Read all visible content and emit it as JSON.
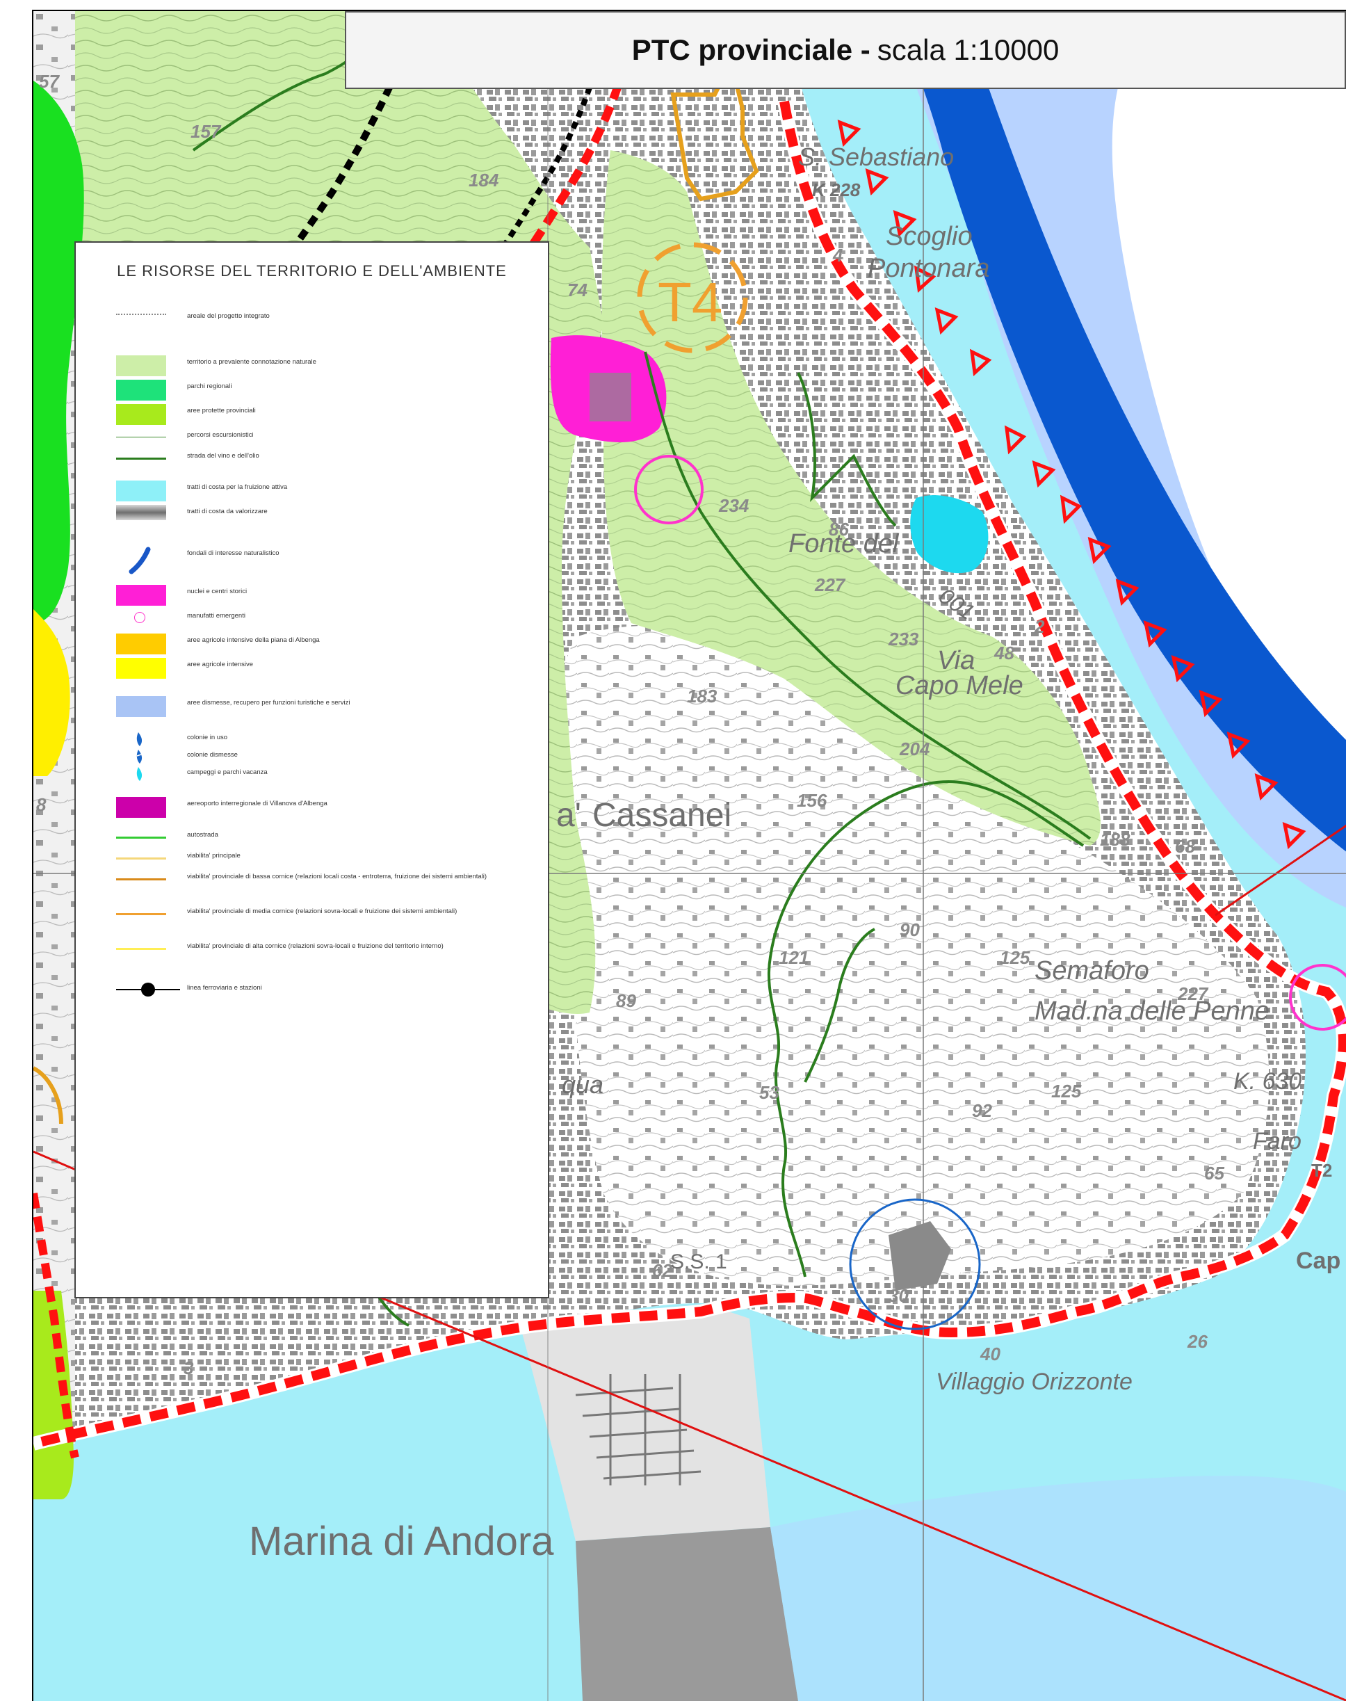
{
  "title": {
    "bold": "PTC provinciale -",
    "regular": "scala 1:10000"
  },
  "legend": {
    "title": "LE RISORSE DEL TERRITORIO E DELL'AMBIENTE",
    "items": [
      {
        "label": "areale del progetto integrato",
        "symbol": "dotted-line",
        "color": "#888888"
      },
      {
        "label": "territorio a prevalente connotazione naturale",
        "symbol": "fill",
        "color": "#cdeea8"
      },
      {
        "label": "parchi regionali",
        "symbol": "fill",
        "color": "#1ee27a"
      },
      {
        "label": "aree protette provinciali",
        "symbol": "fill",
        "color": "#a8ea1c"
      },
      {
        "label": "percorsi escursionistici",
        "symbol": "thin-line",
        "color": "#3c8a2a"
      },
      {
        "label": "strada del vino e dell'olio",
        "symbol": "line",
        "color": "#2b7d1e"
      },
      {
        "label": "tratti di costa per la fruizione attiva",
        "symbol": "fill",
        "color": "#8ef0f8"
      },
      {
        "label": "tratti di costa da valorizzare",
        "symbol": "gradient",
        "color": "#8a8a8a"
      },
      {
        "label": "fondali di interesse naturalistico",
        "symbol": "slash",
        "color": "#1957c7"
      },
      {
        "label": "nuclei e centri storici",
        "symbol": "fill",
        "color": "#ff1fd6"
      },
      {
        "label": "manufatti emergenti",
        "symbol": "circle",
        "color": "#ff33cc"
      },
      {
        "label": "aree agricole intensive della piana di Albenga",
        "symbol": "fill",
        "color": "#ffcc00"
      },
      {
        "label": "aree agricole intensive",
        "symbol": "fill",
        "color": "#ffff00"
      },
      {
        "label": "aree dismesse, recupero per funzioni turistiche e servizi",
        "symbol": "fill",
        "color": "#a9c4f5"
      },
      {
        "label": "colonie in uso",
        "symbol": "drop",
        "color": "#1966c8"
      },
      {
        "label": "colonie dismesse",
        "symbol": "drop2",
        "color": "#1966c8"
      },
      {
        "label": "campeggi e parchi vacanza",
        "symbol": "drop",
        "color": "#1dd9ef"
      },
      {
        "label": "aereoporto interregionale di Villanova d'Albenga",
        "symbol": "fill",
        "color": "#cc00aa"
      },
      {
        "label": "autostrada",
        "symbol": "line",
        "color": "#33cc33"
      },
      {
        "label": "viabilita' principale",
        "symbol": "line",
        "color": "#f5d77a"
      },
      {
        "label": "viabilita' provinciale di bassa cornice (relazioni locali costa - entroterra, fruizione dei sistemi ambientali)",
        "symbol": "line",
        "color": "#d98a1a"
      },
      {
        "label": "viabilita' provinciale di media cornice (relazioni sovra-locali e fruizione dei sistemi ambientali)",
        "symbol": "line",
        "color": "#f0a030"
      },
      {
        "label": "viabilita' provinciale di alta cornice (relazioni sovra-locali e fruizione del territorio interno)",
        "symbol": "line",
        "color": "#ffee55"
      },
      {
        "label": "linea ferroviaria e stazioni",
        "symbol": "rail",
        "color": "#000000"
      }
    ]
  },
  "map_labels": {
    "sebastiano": "S. Sebastiano",
    "k228": "K 228",
    "scoglio": "Scoglio",
    "pontonara": "Pontonara",
    "fonte": "Fonte del",
    "via": "Via",
    "capo_mele": "Capo Mele",
    "cassanei": "Cassanei",
    "a": "a'",
    "semaforo": "Semaforo",
    "madonna": "Mad.na delle Penne",
    "k630": "K. 630",
    "faro": "Faro",
    "t2": "T2",
    "cap": "Cap",
    "ss1": "S.S. 1",
    "villaggio": "Villaggio Orizzonte",
    "marina": "Marina di Andora",
    "qua": "qua",
    "t4": "T4",
    "road_code": "001"
  },
  "heights": [
    "157",
    "57",
    "184",
    "74",
    "234",
    "86",
    "227",
    "48",
    "233",
    "183",
    "204",
    "156",
    "188",
    "68",
    "90",
    "121",
    "125",
    "227",
    "89",
    "53",
    "92",
    "125",
    "65",
    "62",
    "30",
    "40",
    "26",
    "2",
    "4",
    "3",
    "8"
  ]
}
